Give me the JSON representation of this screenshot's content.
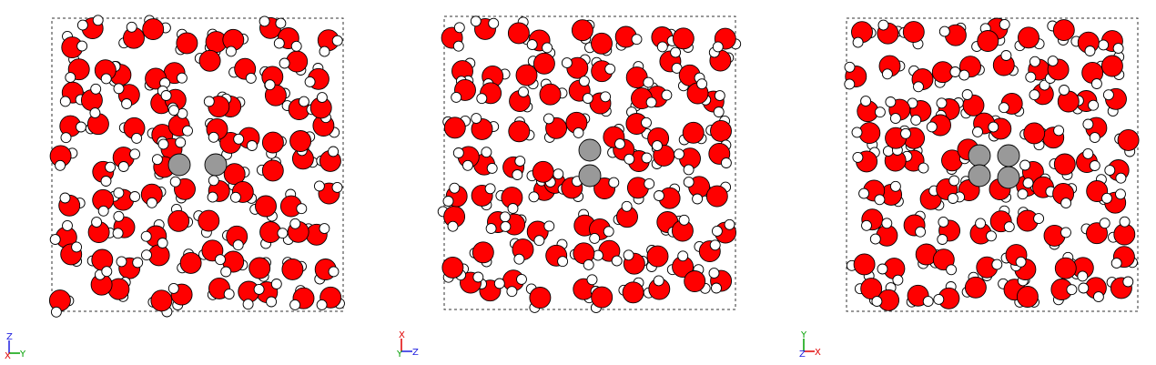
{
  "title": "",
  "colors": {
    "oxygen": "#ff0000",
    "hydrogen": "#ffffff",
    "carbon": "#999999",
    "outline": "#000000",
    "cell": "#333333",
    "axis_x": "#e00000",
    "axis_y": "#00a000",
    "axis_z": "#2020e0"
  },
  "panels": [
    {
      "name": "view-1",
      "orientation": {
        "right": "Y",
        "up": "Z",
        "out": "X"
      },
      "axis_labels": {
        "right": "Y",
        "up": "Z",
        "out": "X"
      },
      "atom_counts": {
        "oxygen": 90,
        "hydrogen": 180,
        "carbon": 2
      }
    },
    {
      "name": "view-2",
      "orientation": {
        "right": "Z",
        "up": "X",
        "out": "Y"
      },
      "axis_labels": {
        "right": "Z",
        "up": "X",
        "out": "Y"
      },
      "atom_counts": {
        "oxygen": 90,
        "hydrogen": 180,
        "carbon": 2
      }
    },
    {
      "name": "view-3",
      "orientation": {
        "right": "X",
        "up": "Y",
        "out": "Z"
      },
      "axis_labels": {
        "right": "X",
        "up": "Y",
        "out": "Z"
      },
      "atom_counts": {
        "oxygen": 90,
        "hydrogen": 180,
        "carbon": 4
      }
    }
  ]
}
